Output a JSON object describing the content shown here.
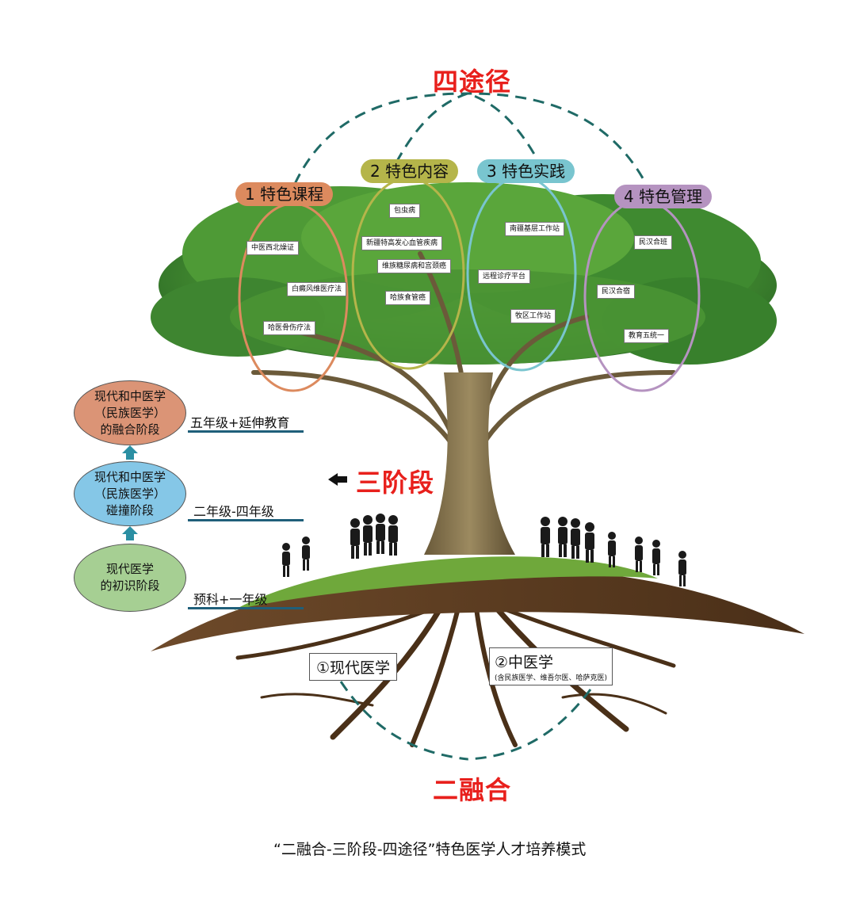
{
  "titles": {
    "top": "四途径",
    "middle": "三阶段",
    "bottom": "二融合",
    "caption": "“二融合-三阶段-四途径”特色医学人才培养模式"
  },
  "paths": [
    {
      "label": "1 特色课程",
      "color": "#dc8a5e",
      "items": [
        "中医西北燥证",
        "白癜风维医疗法",
        "哈医骨伤疗法"
      ]
    },
    {
      "label": "2 特色内容",
      "color": "#b5b54a",
      "items": [
        "包虫病",
        "新疆特高发心血管疾病",
        "维族糖尿病和宫颈癌",
        "哈族食管癌"
      ]
    },
    {
      "label": "3 特色实践",
      "color": "#79c5cf",
      "items": [
        "南疆基层工作站",
        "远程诊疗平台",
        "牧区工作站"
      ]
    },
    {
      "label": "4 特色管理",
      "color": "#b593c0",
      "items": [
        "民汉合班",
        "民汉合宿",
        "教育五统一"
      ]
    }
  ],
  "stages": [
    {
      "text": "现代和中医学\n（民族医学）\n的融合阶段",
      "grade": "五年级+延伸教育",
      "color": "#db9476"
    },
    {
      "text": "现代和中医学\n（民族医学）\n碰撞阶段",
      "grade": "二年级-四年级",
      "color": "#85c7e7"
    },
    {
      "text": "现代医学\n的初识阶段",
      "grade": "预科+一年级",
      "color": "#a6cf93"
    }
  ],
  "roots": {
    "left": "①现代医学",
    "right": "②中医学",
    "right_note": "(含民族医学、维吾尔医、哈萨克医)"
  },
  "colors": {
    "red": "#e8201c",
    "dashed_line": "#1f6a66",
    "stage_arrow": "#2b8fa3"
  }
}
